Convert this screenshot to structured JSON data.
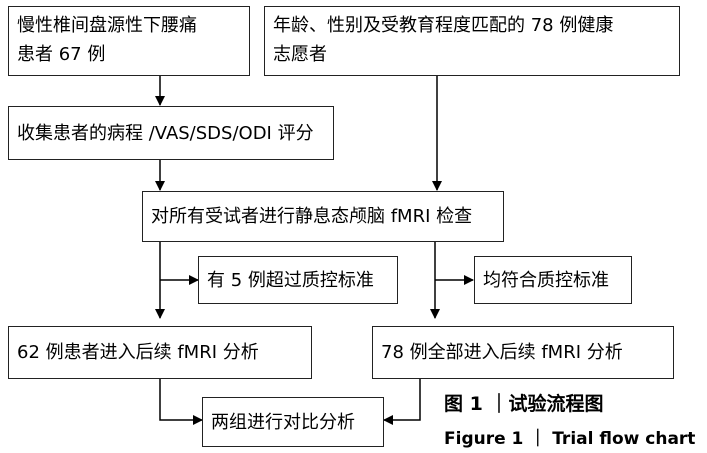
{
  "boxes": {
    "patients": "慢性椎间盘源性下腰痛\n患者 67 例",
    "controls": "年龄、性别及受教育程度匹配的 78 例健康\n志愿者",
    "collect": "收集患者的病程 /VAS/SDS/ODI 评分",
    "scan": "对所有受试者进行静息态颅脑 fMRI 检查",
    "exclude": "有 5 例超过质控标准",
    "pass": "均符合质控标准",
    "patients_analysis": "62 例患者进入后续 fMRI 分析",
    "controls_analysis": "78 例全部进入后续 fMRI 分析",
    "compare": "两组进行对比分析"
  },
  "caption": {
    "cn": "图 1 ｜试验流程图",
    "en": "Figure 1 ｜ Trial flow chart"
  }
}
